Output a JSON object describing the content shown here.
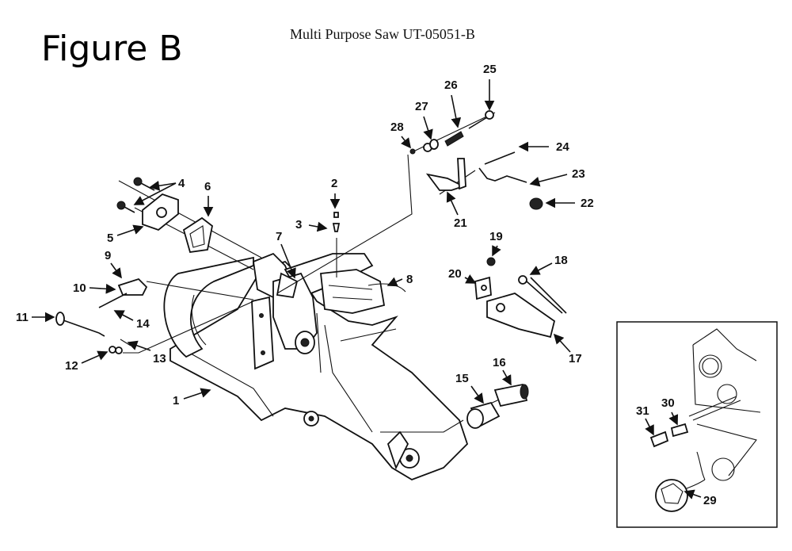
{
  "figure_label": "Figure B",
  "document_title": "Multi Purpose Saw UT-05051-B",
  "diagram": {
    "type": "exploded parts diagram",
    "subject": "multi purpose saw assembly",
    "callouts": [
      "1",
      "2",
      "3",
      "4",
      "5",
      "6",
      "7",
      "8",
      "9",
      "10",
      "11",
      "12",
      "13",
      "14",
      "15",
      "16",
      "17",
      "18",
      "19",
      "20",
      "21",
      "22",
      "23",
      "24",
      "25",
      "26",
      "27",
      "28"
    ],
    "inset": {
      "description": "detail inset, lower right",
      "callouts": [
        "29",
        "30",
        "31"
      ]
    }
  }
}
